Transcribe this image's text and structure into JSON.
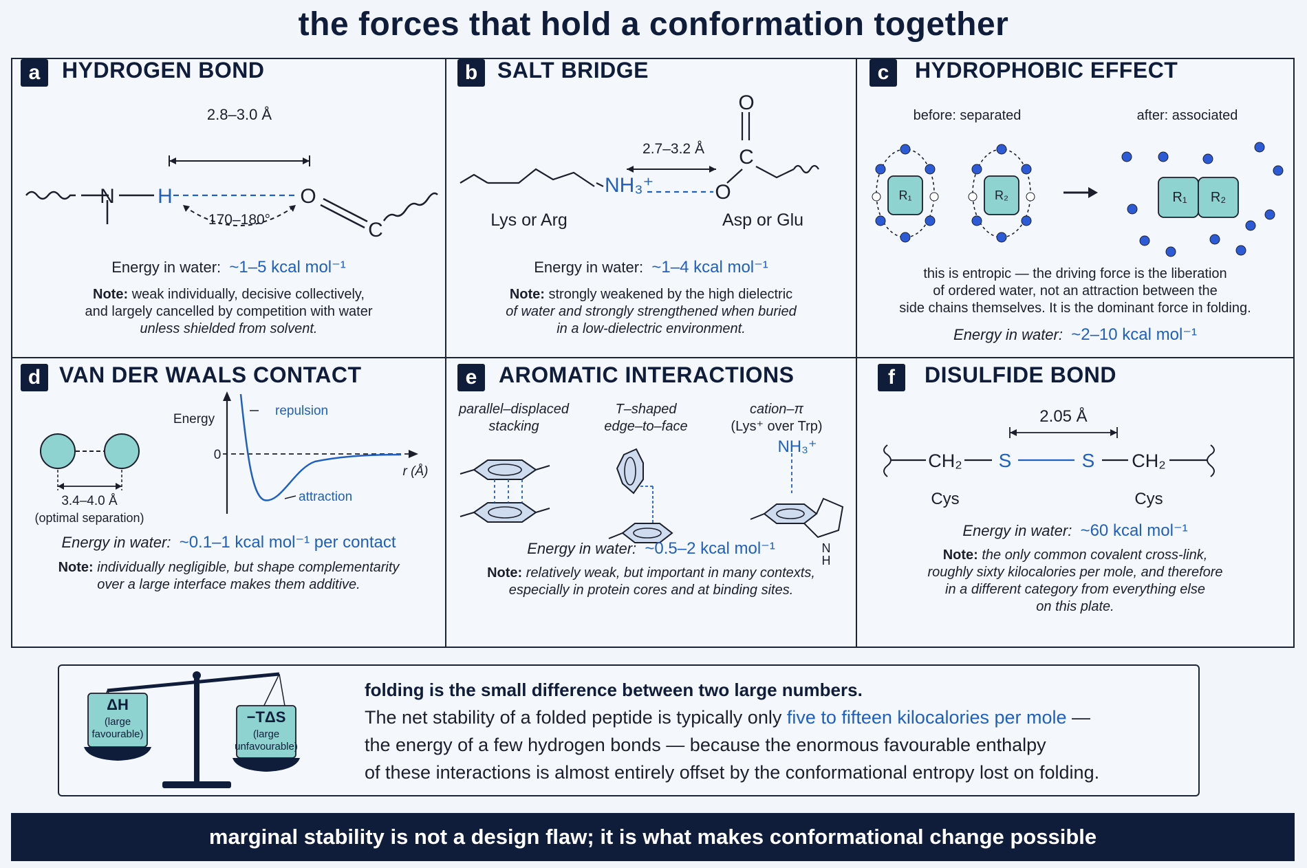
{
  "title": "the forces that hold a conformation together",
  "panels": {
    "a": {
      "letter": "a",
      "title": "HYDROGEN BOND",
      "distance": "2.8–3.0 Å",
      "angle": "170–180°",
      "atom_n": "N",
      "atom_h": "H",
      "atom_o": "O",
      "atom_c": "C",
      "energy_label": "Energy in water:",
      "energy_value": "~1–5 kcal mol⁻¹",
      "note_label": "Note:",
      "note_line1": "weak individually, decisive collectively,",
      "note_line2": "and largely cancelled by competition with water",
      "note_line3": "unless shielded from solvent."
    },
    "b": {
      "letter": "b",
      "title": "SALT BRIDGE",
      "distance": "2.7–3.2 Å",
      "donor": "NH₃⁺",
      "atom_o_top": "O",
      "atom_c": "C",
      "atom_o": "O",
      "left_label": "Lys or Arg",
      "right_label": "Asp or Glu",
      "energy_label": "Energy in water:",
      "energy_value": "~1–4 kcal mol⁻¹",
      "note_label": "Note:",
      "note_line1": "strongly weakened by the high dielectric",
      "note_line2": "of water and strongly strengthened when buried",
      "note_line3": "in a low-dielectric environment."
    },
    "c": {
      "letter": "c",
      "title": "HYDROPHOBIC EFFECT",
      "before": "before: separated",
      "after": "after: associated",
      "r1": "R₁",
      "r2": "R₂",
      "text_line1": "this is entropic — the driving force is the liberation",
      "text_line2": "of ordered water, not an attraction between the",
      "text_line3": "side chains themselves. It is the dominant force in folding.",
      "energy_label": "Energy in water:",
      "energy_value": "~2–10 kcal mol⁻¹"
    },
    "d": {
      "letter": "d",
      "title": "VAN DER WAALS CONTACT",
      "distance": "3.4–4.0 Å",
      "distance_note": "(optimal separation)",
      "y_axis": "Energy",
      "zero": "0",
      "x_axis": "r (Å)",
      "repulsion": "repulsion",
      "attraction": "attraction",
      "energy_label": "Energy in water:",
      "energy_value": "~0.1–1 kcal mol⁻¹ per contact",
      "note_label": "Note:",
      "note_line1": "individually negligible, but shape complementarity",
      "note_line2": "over a large interface makes them additive."
    },
    "e": {
      "letter": "e",
      "title": "AROMATIC INTERACTIONS",
      "sub1_line1": "parallel–displaced",
      "sub1_line2": "stacking",
      "sub2_line1": "T–shaped",
      "sub2_line2": "edge–to–face",
      "sub3_line1": "cation–π",
      "sub3_line2": "(Lys⁺ over Trp)",
      "cation": "NH₃⁺",
      "indole_n": "N",
      "indole_h": "H",
      "energy_label": "Energy in water:",
      "energy_value": "~0.5–2 kcal mol⁻¹",
      "note_label": "Note:",
      "note_line1": "relatively weak, but important in many contexts,",
      "note_line2": "especially in protein cores and at binding sites."
    },
    "f": {
      "letter": "f",
      "title": "DISULFIDE BOND",
      "distance": "2.05 Å",
      "ch2": "CH₂",
      "s": "S",
      "cys": "Cys",
      "energy_label": "Energy in water:",
      "energy_value": "~60 kcal mol⁻¹",
      "note_label": "Note:",
      "note_line1": "the only common covalent cross-link,",
      "note_line2": "roughly sixty kilocalories per mole, and therefore",
      "note_line3": "in a different category from everything else",
      "note_line4": "on this plate."
    }
  },
  "balance": {
    "left_symbol": "ΔH",
    "left_line1": "(large",
    "left_line2": "favourable)",
    "right_symbol": "−TΔS",
    "right_line1": "(large",
    "right_line2": "unfavourable)"
  },
  "summary": {
    "heading": "folding is the small difference between two large numbers.",
    "line1_pre": "The net stability of a folded peptide is typically only ",
    "line1_highlight": "five to fifteen kilocalories per mole",
    "line1_post": " —",
    "line2": "the energy of a few hydrogen bonds — because the enormous favourable enthalpy",
    "line3": "of these interactions is almost entirely offset by the conformational entropy lost on folding."
  },
  "footer": "marginal stability is not a design flaw; it is what makes conformational change possible",
  "colors": {
    "navy": "#0f1d3a",
    "blue": "#1f5fbf",
    "teal": "#8fd3d1",
    "ring": "#cfdcf0"
  }
}
